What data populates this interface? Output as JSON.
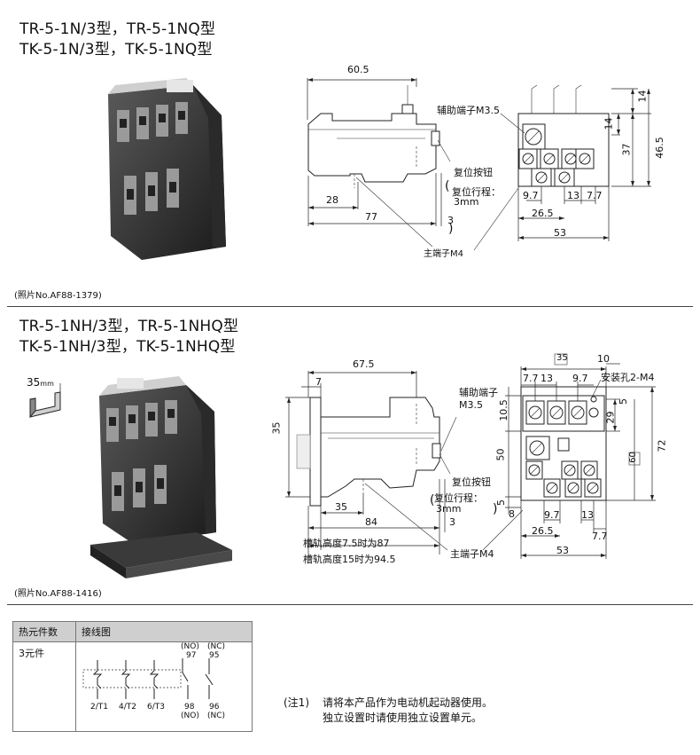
{
  "section1": {
    "title_line1": "TR-5-1N/3型，TR-5-1NQ型",
    "title_line2": "TK-5-1N/3型，TK-5-1NQ型",
    "photo_caption": "(照片No.AF88-1379)",
    "side_view": {
      "dim_width": "60.5",
      "dim_28": "28",
      "dim_77": "77",
      "dim_3": "3",
      "label_reset_button": "复位按钮",
      "label_reset_stroke": "复位行程：",
      "label_reset_stroke_value": "3mm",
      "label_main_terminal": "主端子M4"
    },
    "front_view": {
      "label_aux_terminal": "辅助端子M3.5",
      "dim_14a": "14",
      "dim_14b": "14",
      "dim_37": "37",
      "dim_46_5": "46.5",
      "dim_9_7": "9.7",
      "dim_13": "13",
      "dim_7_7": "7.7",
      "dim_26_5": "26.5",
      "dim_53": "53"
    }
  },
  "section2": {
    "title_line1": "TR-5-1NH/3型，TR-5-1NHQ型",
    "title_line2": "TK-5-1NH/3型，TK-5-1NHQ型",
    "rail_label": "35",
    "rail_unit": "mm",
    "photo_caption": "(照片No.AF88-1416)",
    "side_view": {
      "dim_67_5": "67.5",
      "dim_7": "7",
      "dim_35_v": "35",
      "dim_35_h": "35",
      "dim_84": "84",
      "dim_3": "3",
      "label_aux_terminal": "辅助端子",
      "label_aux_terminal_size": "M3.5",
      "label_reset_button": "复位按钮",
      "label_reset_stroke": "复位行程：",
      "label_reset_stroke_value": "3mm",
      "label_rail_75": "槽轨高度7.5时为87",
      "label_rail_15": "槽轨高度15时为94.5",
      "label_main_terminal": "主端子M4"
    },
    "front_view": {
      "dim_35_box": "35",
      "dim_10": "10",
      "label_mount_hole": "安装孔2-M4",
      "dim_7_7_top": "7.7",
      "dim_13_top": "13",
      "dim_9_7_top": "9.7",
      "dim_10_5": "10.5",
      "dim_5_top": "5",
      "dim_29": "29",
      "dim_50": "50",
      "dim_60_box": "60",
      "dim_72": "72",
      "dim_8": "8",
      "dim_5_bottom": "5",
      "dim_9_7": "9.7",
      "dim_13": "13",
      "dim_26_5": "26.5",
      "dim_7_7": "7.7",
      "dim_53": "53"
    }
  },
  "table": {
    "col1_header": "热元件数",
    "col2_header": "接线图",
    "row1_label": "3元件",
    "wiring": {
      "no_top": "(NO)",
      "nc_top": "(NC)",
      "t97": "97",
      "t95": "95",
      "t1": "2/T1",
      "t2": "4/T2",
      "t3": "6/T3",
      "t98": "98",
      "t96": "96",
      "no_bottom": "(NO)",
      "nc_bottom": "(NC)"
    }
  },
  "notes": {
    "marker": "(注1)",
    "line1": "请将本产品作为电动机起动器使用。",
    "line2": "独立设置时请使用独立设置单元。"
  }
}
